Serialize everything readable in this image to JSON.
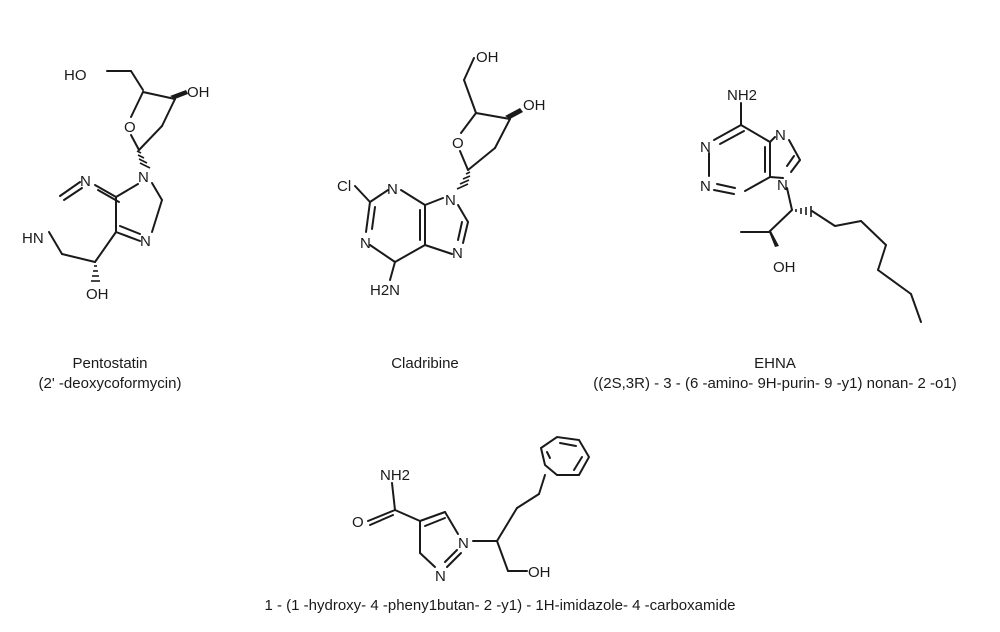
{
  "molecules": {
    "pentostatin": {
      "name": "Pentostatin",
      "subtitle": "(2' -deoxycoformycin)",
      "atoms": {
        "ho1": "HO",
        "oh1": "OH",
        "o1": "O",
        "n9": "N",
        "n_a": "N",
        "hn": "HN",
        "n_b": "N",
        "oh2": "OH"
      }
    },
    "cladribine": {
      "name": "Cladribine",
      "atoms": {
        "oh1": "OH",
        "oh2": "OH",
        "o1": "O",
        "cl": "Cl",
        "n3": "N",
        "n9": "N",
        "n1": "N",
        "n7": "N",
        "nh2": "H2N"
      }
    },
    "ehna": {
      "name": "EHNA",
      "subtitle": "((2S,3R) - 3 - (6 -amino- 9H-purin- 9 -y1) nonan- 2 -o1)",
      "atoms": {
        "nh2": "NH2",
        "n7": "N",
        "n1": "N",
        "n3": "N",
        "n9": "N",
        "oh": "OH"
      }
    },
    "imidazole": {
      "subtitle": "1 - (1 -hydroxy- 4 -pheny1butan- 2 -y1) - 1H-imidazole- 4 -carboxamide",
      "atoms": {
        "nh2": "NH2",
        "o": "O",
        "n3": "N",
        "n1": "N",
        "oh": "OH"
      }
    }
  }
}
